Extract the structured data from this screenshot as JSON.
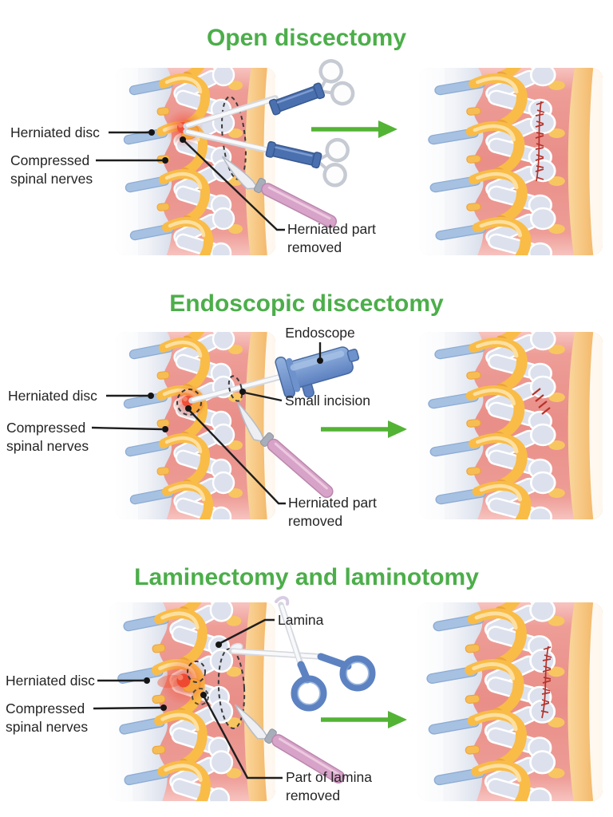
{
  "page": {
    "background": "#ffffff"
  },
  "colors": {
    "title_green": "#4cae4a",
    "arrow_green": "#53b335",
    "label_text": "#242424",
    "muscle_pink": "#ec9891",
    "skin_orange": "#f6c57f",
    "bone_white": "#f2f4f8",
    "process_gray": "#dce1ed",
    "nerve_yellow": "#f9bc47",
    "transverse_blue": "#a6c1e2",
    "tool_blue": "#4a70b0",
    "scalpel_pink": "#d7a3c8",
    "hernia_red": "#ef4f38",
    "suture_red": "#b5322a"
  },
  "sections": [
    {
      "id": "open-discectomy",
      "title": "Open discectomy",
      "labels": {
        "herniated_disc": "Herniated disc",
        "compressed_line1": "Compressed",
        "compressed_line2": "spinal nerves",
        "removed_line1": "Herniated part",
        "removed_line2": "removed"
      }
    },
    {
      "id": "endoscopic-discectomy",
      "title": "Endoscopic discectomy",
      "labels": {
        "endoscope": "Endoscope",
        "small_incision": "Small incision",
        "herniated_disc": "Herniated disc",
        "compressed_line1": "Compressed",
        "compressed_line2": "spinal nerves",
        "removed_line1": "Herniated part",
        "removed_line2": "removed"
      }
    },
    {
      "id": "laminectomy-laminotomy",
      "title": "Laminectomy and laminotomy",
      "labels": {
        "lamina": "Lamina",
        "herniated_disc": "Herniated disc",
        "compressed_line1": "Compressed",
        "compressed_line2": "spinal nerves",
        "removed_line1": "Part of lamina",
        "removed_line2": "removed"
      }
    }
  ]
}
